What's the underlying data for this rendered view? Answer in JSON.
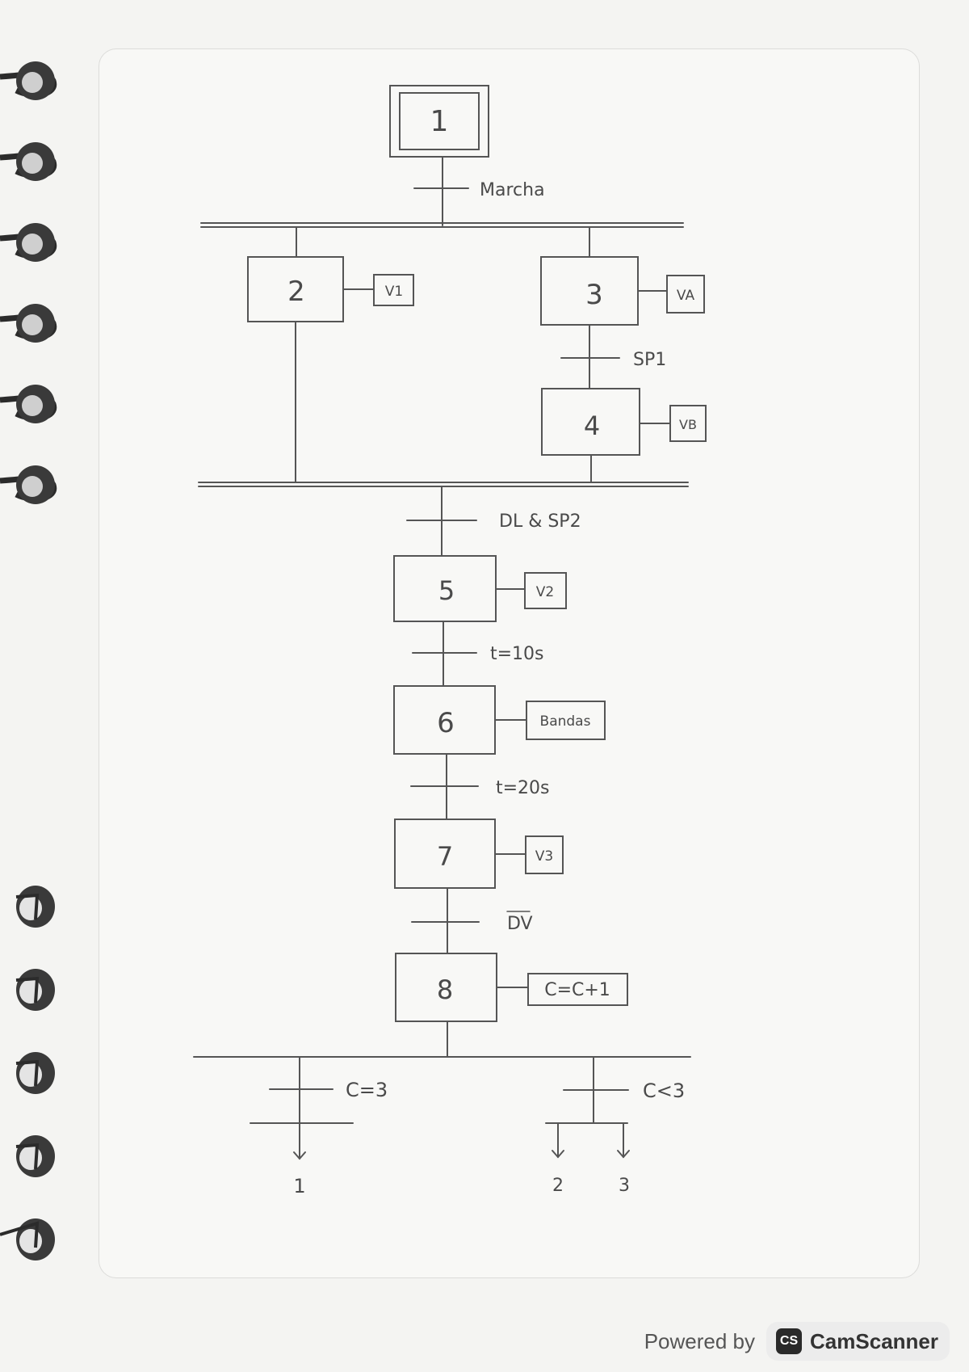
{
  "diagram": {
    "initial_step": "1",
    "steps": [
      "2",
      "3",
      "4",
      "5",
      "6",
      "7",
      "8"
    ],
    "actions": {
      "step2": "V1",
      "step3": "VA",
      "step4": "VB",
      "step5": "V2",
      "step6": "Bandas",
      "step7": "V3",
      "step8": "C=C+1"
    },
    "transitions": {
      "t1": "Marcha",
      "t3_4": "SP1",
      "t_join": "DL & SP2",
      "t5_6": "t=10s",
      "t6_7": "t=20s",
      "t7_8": "DV",
      "t_loop1": "C=3",
      "t_loop2": "C<3"
    },
    "jumps": {
      "left": "1",
      "right_a": "2",
      "right_b": "3"
    }
  },
  "footer": {
    "powered": "Powered by",
    "logo_text": "CS",
    "brand": "CamScanner"
  }
}
